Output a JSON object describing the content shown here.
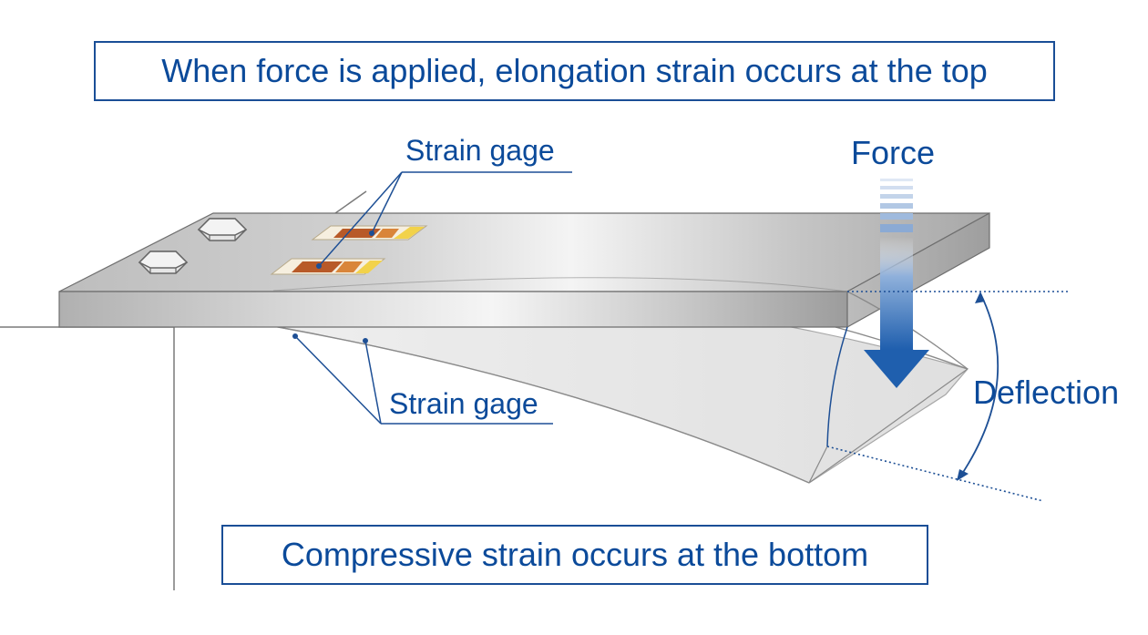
{
  "captions": {
    "top": "When force is applied, elongation strain occurs at the top",
    "bottom": "Compressive strain occurs at the bottom"
  },
  "labels": {
    "strain_gage_top": "Strain gage",
    "strain_gage_bottom": "Strain gage",
    "force": "Force",
    "deflection": "Deflection"
  },
  "colors": {
    "text_blue": "#0b4a9a",
    "leader_blue": "#1d4f95",
    "arrow_blue": "#1f5fae",
    "gage_copper": "#b85a28",
    "gage_tab_yellow": "#f2d24a",
    "outline_gray": "#6e6e6e"
  },
  "icons": {
    "bolt": "hex-bolt-icon",
    "force_arrow": "down-arrow-icon",
    "deflection_arc": "double-arrow-arc-icon"
  }
}
